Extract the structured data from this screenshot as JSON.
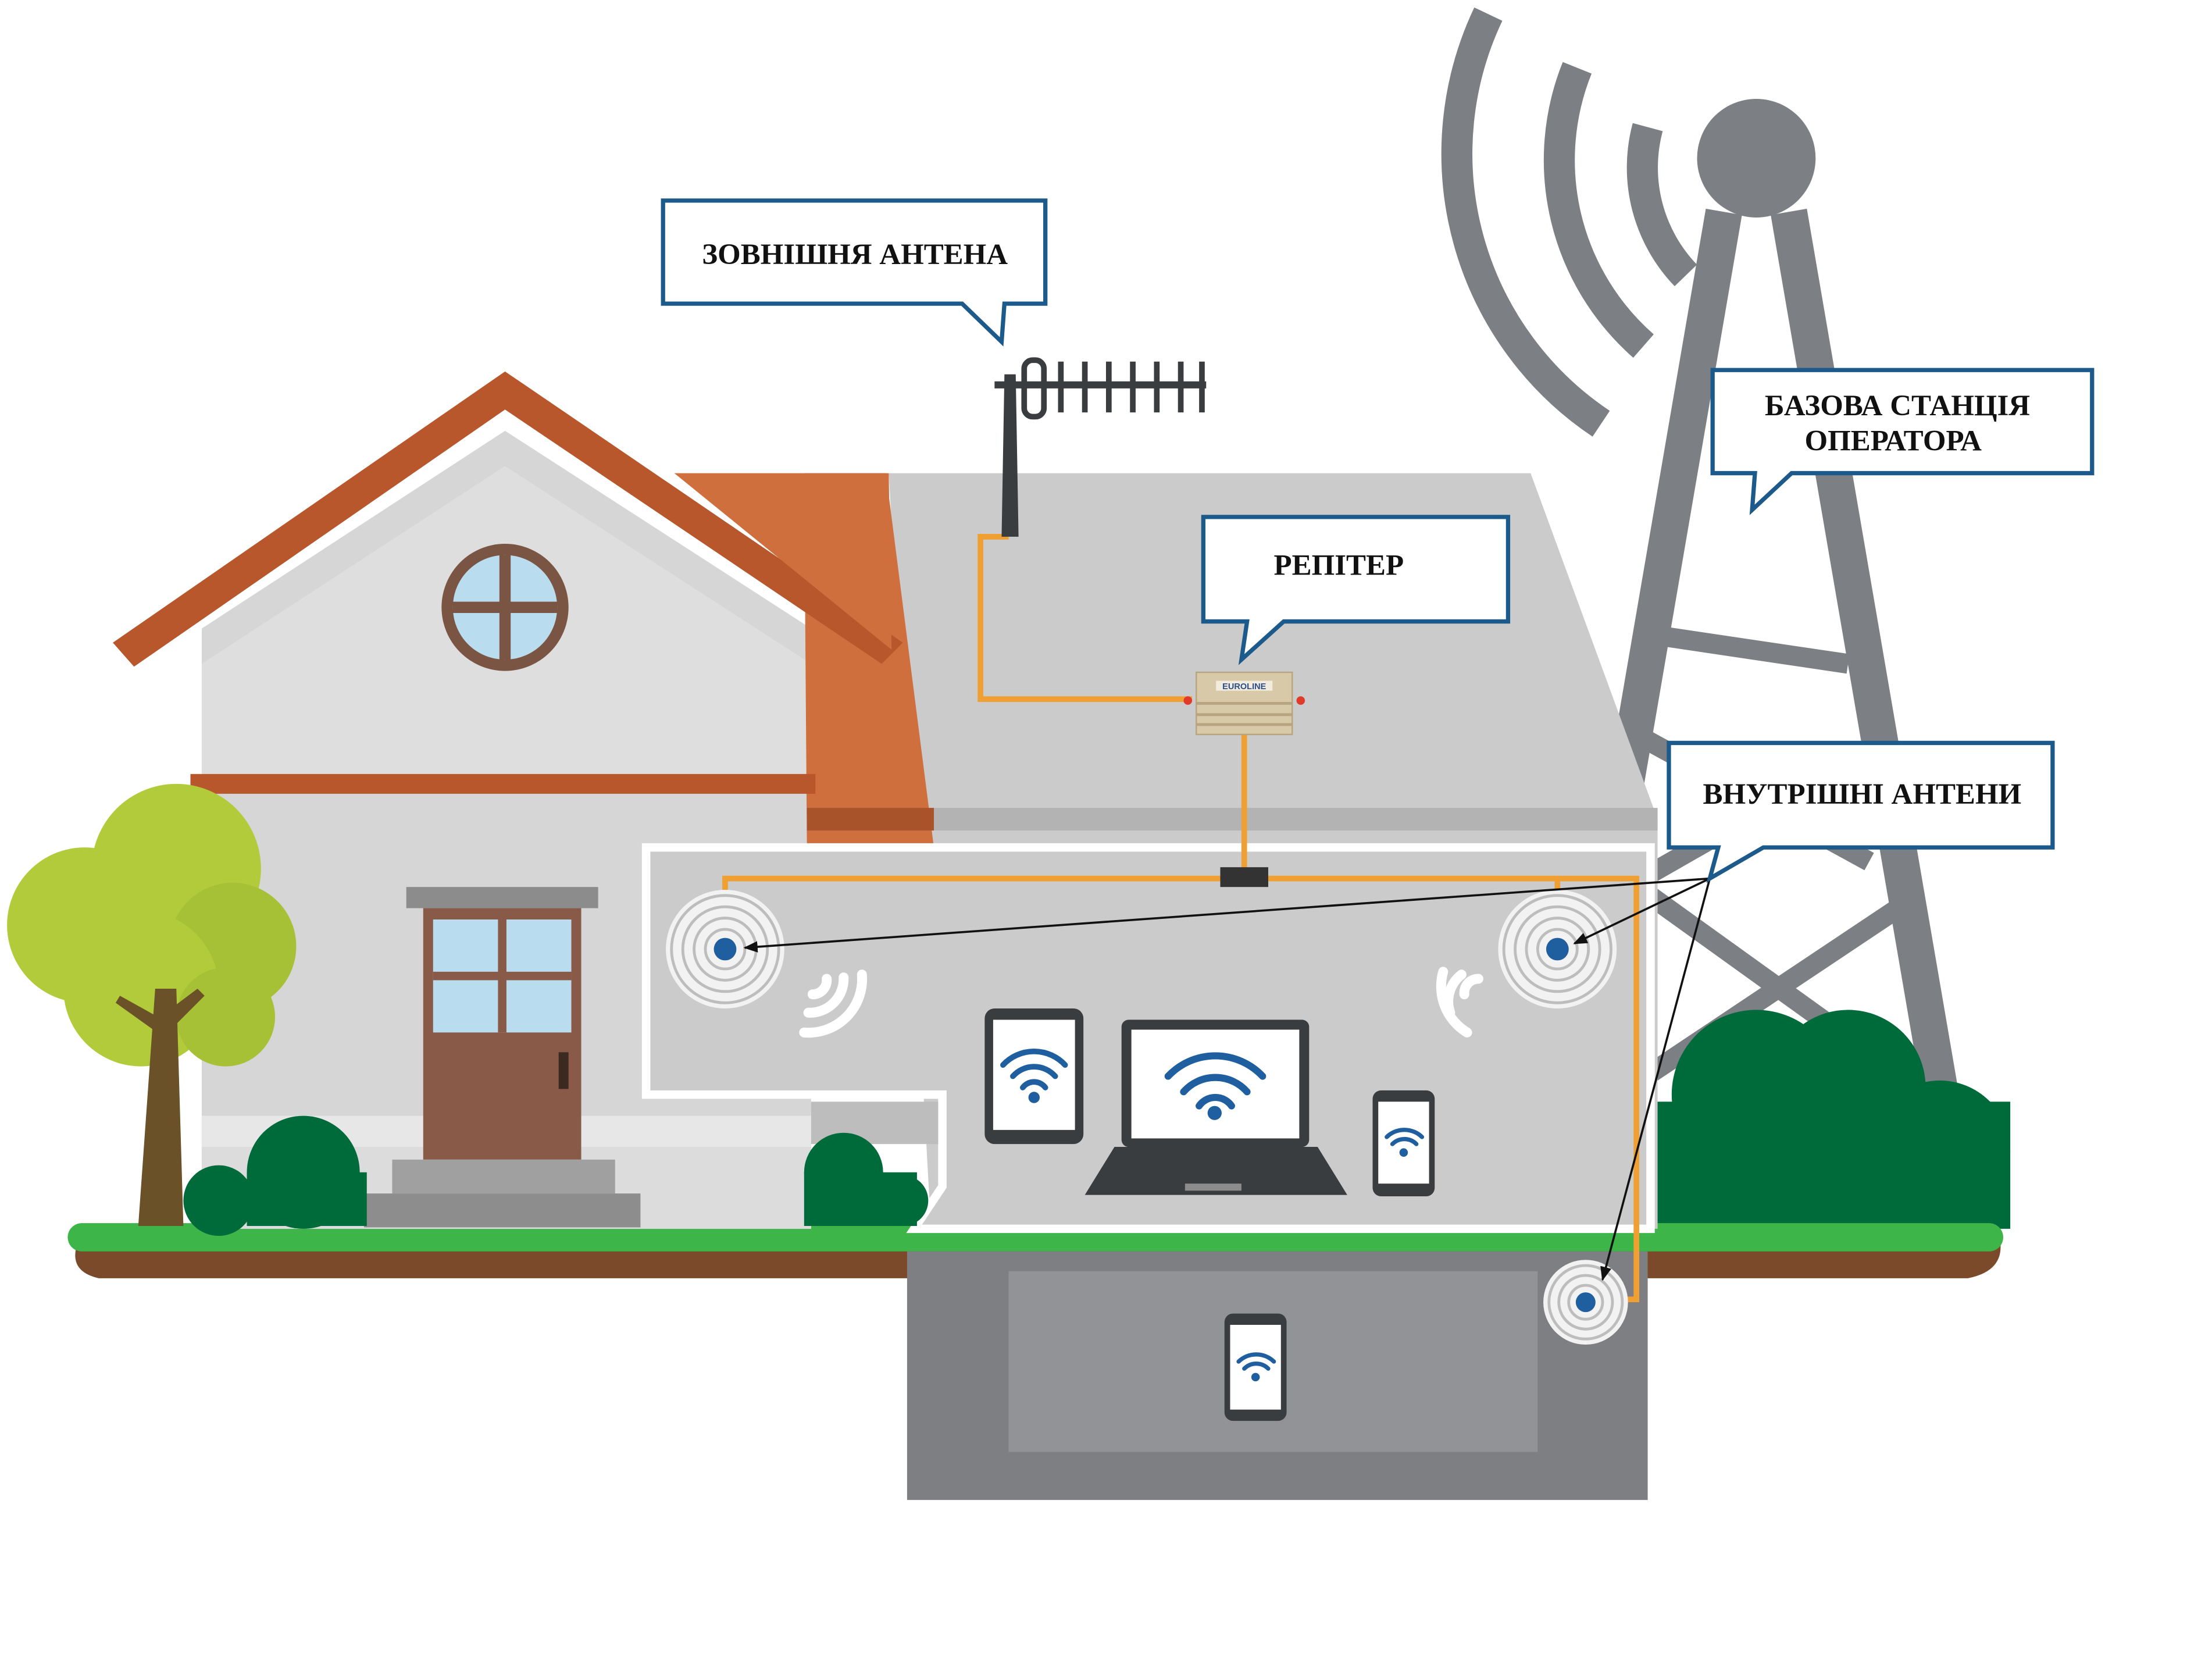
{
  "labels": {
    "outdoor_antenna": "ЗОВНІШНЯ АНТЕНА",
    "repeater": "РЕПІТЕР",
    "base_station_line1": "БАЗОВА СТАНЦІЯ",
    "base_station_line2": "ОПЕРАТОРА",
    "indoor_antennas": "ВНУТРІШНІ АНТЕНИ"
  },
  "repeater_brand": "EUROLINE",
  "icons": [
    "cell-tower-icon",
    "yagi-antenna-icon",
    "repeater-device-icon",
    "indoor-antenna-icon",
    "wifi-icon",
    "tablet-icon",
    "laptop-icon",
    "smartphone-icon",
    "tree-icon",
    "house-icon"
  ],
  "colors": {
    "cable": "#f0a033",
    "callout_border": "#1d5a8c",
    "tower": "#7c7f83",
    "roof": "#c8693a",
    "grass": "#3db548",
    "wifi": "#1f5fa0",
    "antenna_dot": "#1f5fa0"
  }
}
